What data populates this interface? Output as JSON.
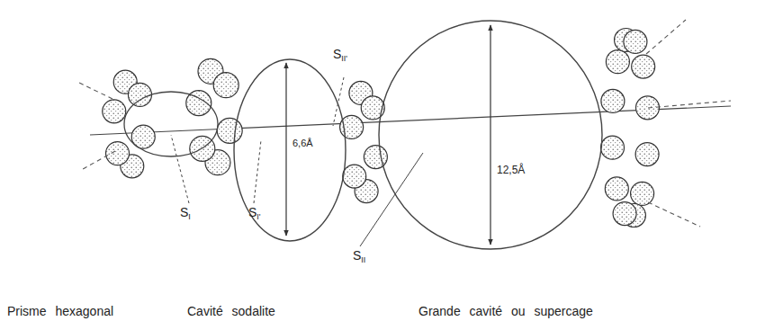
{
  "diagram": {
    "nodes": [
      {
        "text": [
          "6,6Å"
        ]
      },
      {
        "text": [
          "12,5Å"
        ]
      }
    ],
    "labels": [
      "SII'",
      "SI",
      "SI'",
      "SII",
      "Prisme hexagonal",
      "Cavité sodalite",
      "Grande cavité ou supercage"
    ]
  }
}
